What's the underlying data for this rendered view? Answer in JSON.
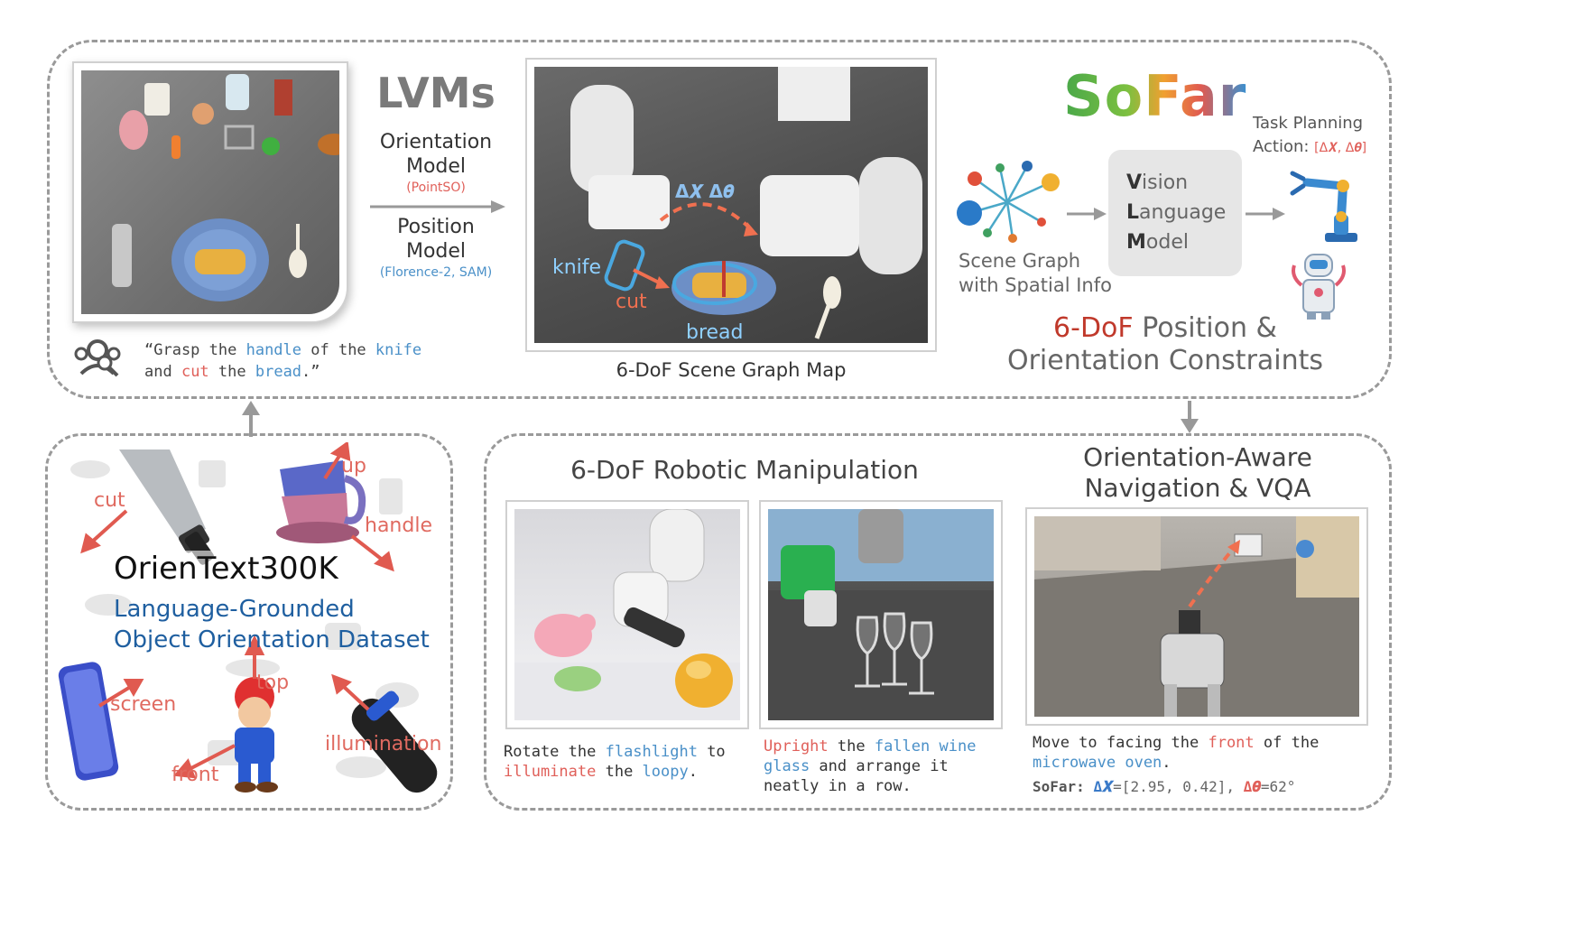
{
  "top_panel": {
    "lvms_title": "LVMs",
    "orientation_model": [
      "Orientation",
      "Model"
    ],
    "orientation_model_sub": "(PointSO)",
    "position_model": [
      "Position",
      "Model"
    ],
    "position_model_sub": "(Florence-2, SAM)",
    "instruction": {
      "line1": [
        {
          "text": "“Grasp the ",
          "color": "default"
        },
        {
          "text": "handle",
          "color": "blue"
        },
        {
          "text": " of the ",
          "color": "default"
        },
        {
          "text": "knife",
          "color": "blue"
        }
      ],
      "line2": [
        {
          "text": "and ",
          "color": "default"
        },
        {
          "text": "cut",
          "color": "red"
        },
        {
          "text": " the ",
          "color": "default"
        },
        {
          "text": "bread",
          "color": "blue"
        },
        {
          "text": ".”",
          "color": "default"
        }
      ]
    },
    "scene_graph_caption": "6-DoF Scene Graph Map",
    "scene_labels": {
      "knife": "knife",
      "cut": "cut",
      "bread": "bread",
      "delta": "Δ𝑿  Δ𝜽"
    },
    "logo": "SoFar",
    "task_planning": [
      "Task Planning",
      "Action:"
    ],
    "action_value": "[Δ𝑿, Δ𝜽]",
    "scene_graph_label": [
      "Scene Graph",
      "with Spatial Info"
    ],
    "vlm_lines": [
      {
        "first": "V",
        "rest": "ision"
      },
      {
        "first": "L",
        "rest": "anguage"
      },
      {
        "first": "M",
        "rest": "odel"
      }
    ],
    "constraints_line1_red": "6-DoF",
    "constraints_line1_rest": " Position &",
    "constraints_line2": "Orientation Constraints"
  },
  "dataset_panel": {
    "title": "OrienText300K",
    "subtitle": [
      "Language-Grounded",
      "Object Orientation Dataset"
    ],
    "labels": {
      "cut": "cut",
      "up": "up",
      "handle": "handle",
      "screen": "screen",
      "top": "top",
      "front": "front",
      "illumination": "illumination"
    }
  },
  "manipulation_panel": {
    "title": "6-DoF Robotic Manipulation",
    "caption1": {
      "line1": [
        {
          "text": "Rotate the ",
          "color": "default"
        },
        {
          "text": "flashlight",
          "color": "blue"
        },
        {
          "text": " to",
          "color": "default"
        }
      ],
      "line2": [
        {
          "text": "illuminate",
          "color": "red"
        },
        {
          "text": " the ",
          "color": "default"
        },
        {
          "text": "loopy",
          "color": "blue"
        },
        {
          "text": ".",
          "color": "default"
        }
      ]
    },
    "caption2": {
      "line1": [
        {
          "text": "Upright",
          "color": "red"
        },
        {
          "text": " the ",
          "color": "default"
        },
        {
          "text": "fallen wine",
          "color": "blue"
        }
      ],
      "line2": [
        {
          "text": "glass",
          "color": "blue"
        },
        {
          "text": " and arrange it",
          "color": "default"
        }
      ],
      "line3": [
        {
          "text": "neatly in a row.",
          "color": "default"
        }
      ]
    }
  },
  "navigation_panel": {
    "title": [
      "Orientation-Aware",
      "Navigation & VQA"
    ],
    "caption": {
      "line1": [
        {
          "text": "Move to facing the ",
          "color": "default"
        },
        {
          "text": "front",
          "color": "red"
        },
        {
          "text": " of the",
          "color": "default"
        }
      ],
      "line2": [
        {
          "text": "microwave oven",
          "color": "blue"
        },
        {
          "text": ".",
          "color": "default"
        }
      ]
    },
    "result": {
      "prefix": "SoFar:",
      "dx_label": "Δ𝑿",
      "dx_value": "=[2.95, 0.42],",
      "dt_label": "Δ𝜽",
      "dt_value": "=62°"
    }
  },
  "colors": {
    "blue": "#4a90c8",
    "red": "#e0605a",
    "dark_blue": "#1f5fa0",
    "dash": "#9a9a9a"
  }
}
